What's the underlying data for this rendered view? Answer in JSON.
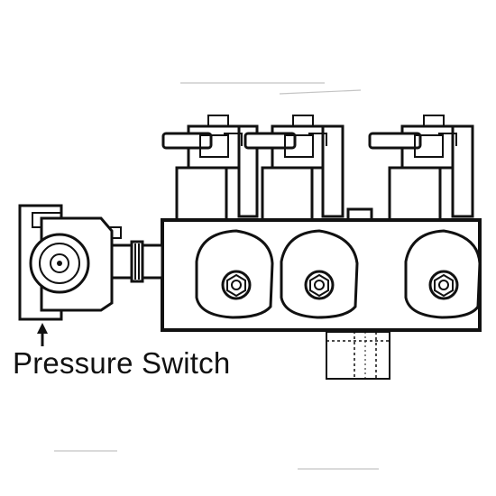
{
  "diagram": {
    "caption": "Pressure Switch",
    "components": [
      "pressure-switch",
      "fitting",
      "manifold-block",
      "solenoid-valve",
      "solenoid-valve",
      "solenoid-valve",
      "outlet-port"
    ]
  }
}
